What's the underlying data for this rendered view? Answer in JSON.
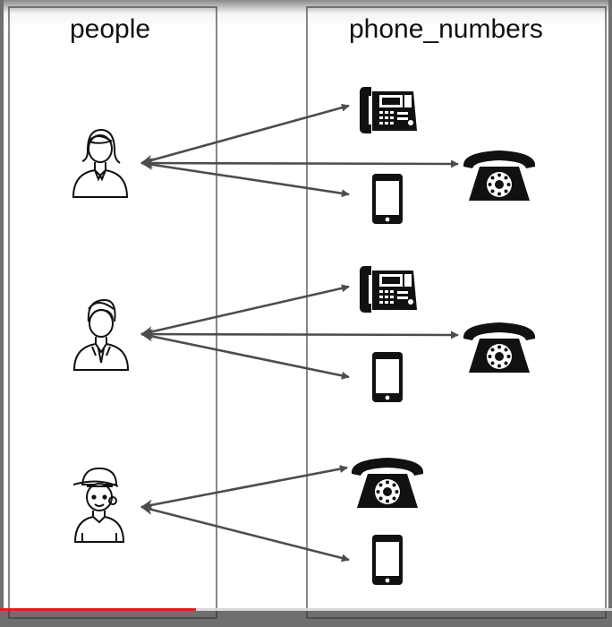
{
  "headers": {
    "left": "people",
    "right": "phone_numbers"
  },
  "people": [
    {
      "icon": "woman-person-icon"
    },
    {
      "icon": "man-tie-person-icon"
    },
    {
      "icon": "boy-cap-person-icon"
    }
  ],
  "phones": [
    {
      "icon": "desk-phone-icon"
    },
    {
      "icon": "rotary-phone-icon"
    },
    {
      "icon": "mobile-phone-icon"
    },
    {
      "icon": "desk-phone-icon"
    },
    {
      "icon": "rotary-phone-icon"
    },
    {
      "icon": "mobile-phone-icon"
    },
    {
      "icon": "rotary-phone-icon"
    },
    {
      "icon": "mobile-phone-icon"
    }
  ],
  "links": [
    {
      "from": 0,
      "to": 0
    },
    {
      "from": 0,
      "to": 1
    },
    {
      "from": 0,
      "to": 2
    },
    {
      "from": 1,
      "to": 3
    },
    {
      "from": 1,
      "to": 4
    },
    {
      "from": 1,
      "to": 5
    },
    {
      "from": 2,
      "to": 6
    },
    {
      "from": 2,
      "to": 7
    }
  ],
  "colors": {
    "frame": "#6f6f6f",
    "panel": "#ffffff",
    "line": "#4d4d4d",
    "icon": "#111111",
    "progress": "#e02020"
  },
  "video_progress": 0.32
}
